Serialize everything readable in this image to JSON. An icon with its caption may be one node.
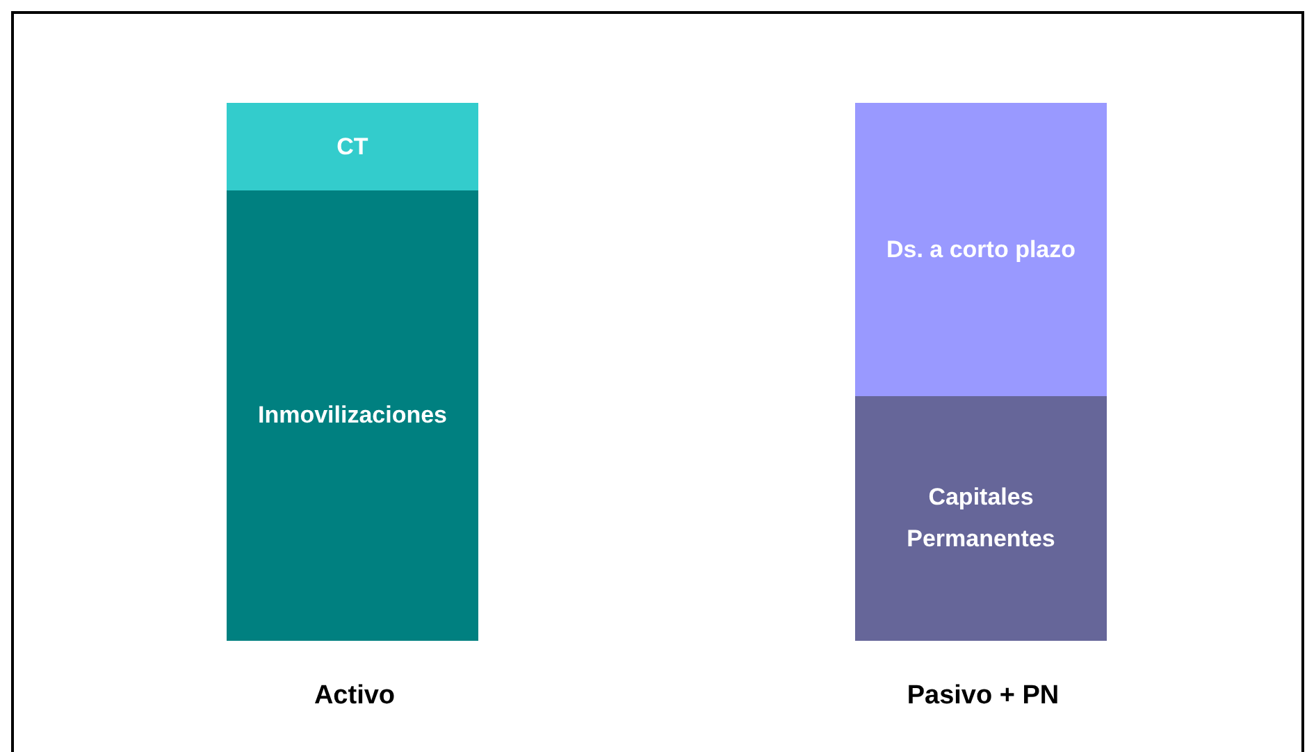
{
  "diagram": {
    "nodes": [
      {
        "text": [
          "CT"
        ]
      },
      {
        "text": [
          "Inmovilizaciones"
        ]
      },
      {
        "text": [
          "Ds. a corto plazo"
        ]
      },
      {
        "text": [
          "Capitales Permanentes"
        ]
      }
    ],
    "edges": [],
    "labels": [
      "Activo",
      "Pasivo + PN"
    ]
  }
}
